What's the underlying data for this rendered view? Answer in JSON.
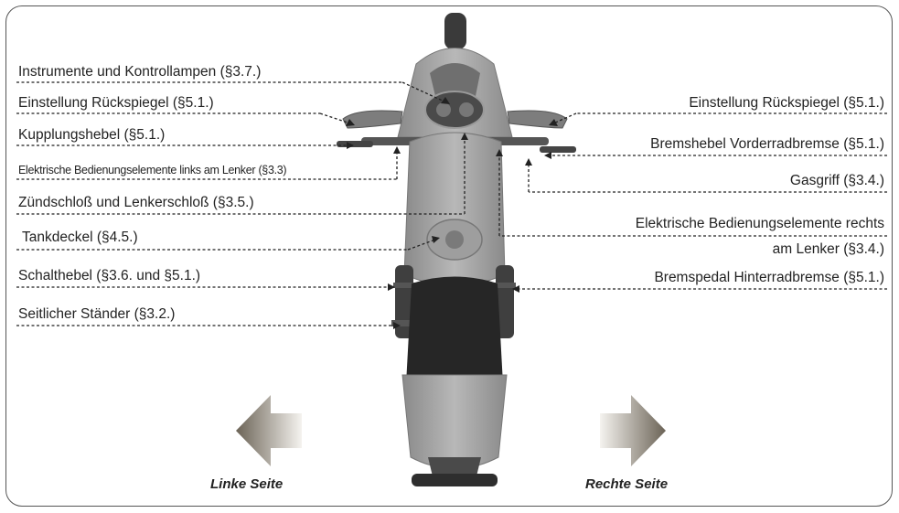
{
  "left_labels": [
    "Instrumente und Kontrollampen (§3.7.)",
    "Einstellung Rückspiegel (§5.1.)",
    "Kupplungshebel (§5.1.)",
    "Elektrische Bedienungselemente links am Lenker (§3.3)",
    "Zündschloß und Lenkerschloß (§3.5.)",
    "Tankdeckel (§4.5.)",
    "Schalthebel (§3.6. und §5.1.)",
    "Seitlicher Ständer (§3.2.)"
  ],
  "right_labels": [
    "Einstellung Rückspiegel (§5.1.)",
    "Bremshebel Vorderradbremse (§5.1.)",
    "Gasgriff (§3.4.)",
    "Elektrische Bedienungselemente rechts",
    "am Lenker (§3.4.)",
    "Bremspedal Hinterradbremse (§5.1.)"
  ],
  "sides": {
    "left": "Linke Seite",
    "right": "Rechte Seite"
  }
}
